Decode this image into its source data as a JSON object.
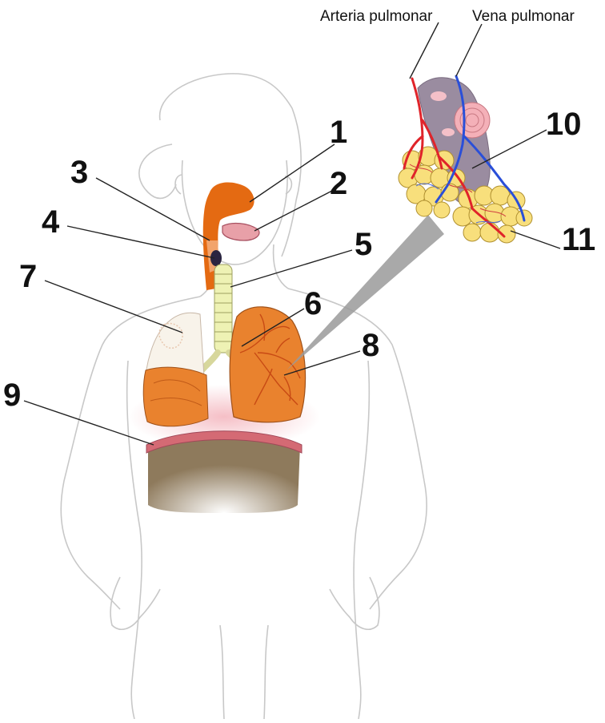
{
  "labels": {
    "arteria": "Arteria pulmonar",
    "vena": "Vena pulmonar",
    "n1": "1",
    "n2": "2",
    "n3": "3",
    "n4": "4",
    "n5": "5",
    "n6": "6",
    "n7": "7",
    "n8": "8",
    "n9": "9",
    "n10": "10",
    "n11": "11"
  },
  "colors": {
    "outline": "#c8c8c8",
    "airway_orange": "#e46a12",
    "tongue_pink": "#e8a0a8",
    "lung_orange": "#e9822e",
    "diaphragm_top": "#d46a74",
    "diaphragm_body": "#8e7a5c",
    "trachea": "#eef2b4",
    "alveoli_yellow": "#f8df7c",
    "artery_red": "#e0242a",
    "vein_blue": "#2a4fd8",
    "zoom_gray": "#9a9a9a"
  }
}
